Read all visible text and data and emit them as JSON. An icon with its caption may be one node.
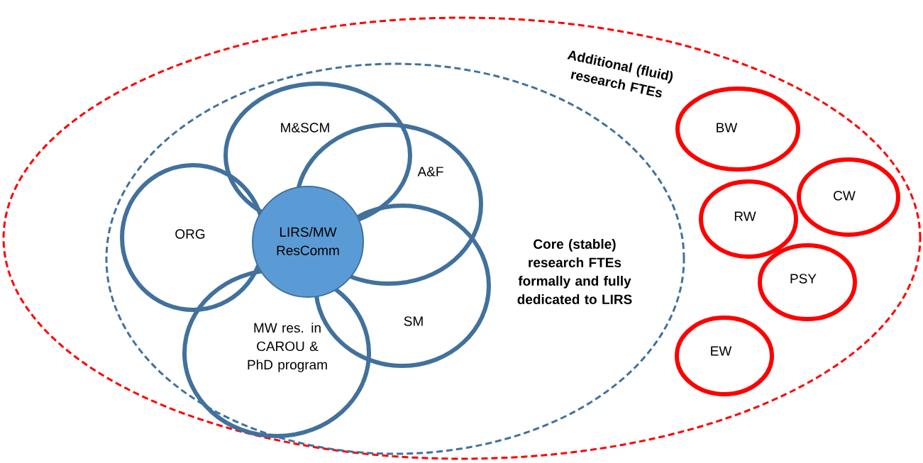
{
  "diagram": {
    "nodes": [
      {
        "text": [
          "Additional (fluid) research FTEs"
        ]
      },
      {
        "text": [
          "Core (stable) research FTEs formally and fully dedicated to LIRS"
        ],
        "in": 0
      },
      {
        "text": [
          "M&SCM"
        ],
        "in": 1
      },
      {
        "text": [
          "A&F"
        ],
        "in": 1
      },
      {
        "text": [
          "ORG"
        ],
        "in": 1
      },
      {
        "text": [
          "SM"
        ],
        "in": 1
      },
      {
        "text": [
          "MW res. in CAROU & PhD program"
        ],
        "in": 1
      },
      {
        "text": [
          "LIRS/MW ResComm"
        ],
        "in": 1
      },
      {
        "text": [
          "BW"
        ],
        "in": 0
      },
      {
        "text": [
          "RW"
        ],
        "in": 0
      },
      {
        "text": [
          "CW"
        ],
        "in": 0
      },
      {
        "text": [
          "PSY"
        ],
        "in": 0
      },
      {
        "text": [
          "EW"
        ],
        "in": 0
      }
    ]
  }
}
